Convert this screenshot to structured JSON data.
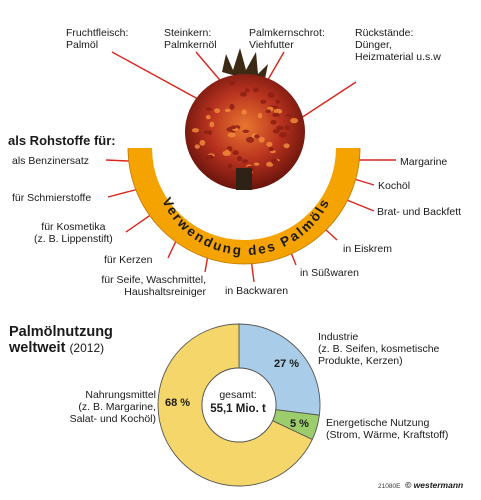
{
  "top_labels": [
    {
      "line1": "Fruchtfleisch:",
      "line2": "Palmöl"
    },
    {
      "line1": "Steinkern:",
      "line2": "Palmkernöl"
    },
    {
      "line1": "Palmkernschrot:",
      "line2": "Viehfutter"
    },
    {
      "line1": "Rückstände:",
      "line2": "Dünger,",
      "line3": "Heizmaterial u.s.w"
    }
  ],
  "rohstoffe_heading": "als Rohstoffe für:",
  "arc_text": "Verwendung des Palmöls",
  "left_labels": [
    {
      "line1": "als Benzinersatz"
    },
    {
      "line1": "für Schmierstoffe"
    },
    {
      "line1": "für Kosmetika",
      "line2": "(z. B. Lippenstift)"
    },
    {
      "line1": "für Kerzen"
    },
    {
      "line1": "für Seife, Waschmittel,",
      "line2": "Haushaltsreiniger"
    }
  ],
  "bottom_labels": [
    {
      "line1": "in Backwaren"
    },
    {
      "line1": "in Süßwaren"
    },
    {
      "line1": "in Eiskrem"
    }
  ],
  "right_labels": [
    {
      "line1": "Margarine"
    },
    {
      "line1": "Kochöl"
    },
    {
      "line1": "Brat- und Backfett"
    }
  ],
  "usage": {
    "title_line1": "Palmölnutzung",
    "title_line2": "weltweit",
    "year": "(2012)",
    "center_label": "gesamt:",
    "center_value": "55,1 Mio. t",
    "segments": [
      {
        "pct_label": "27 %",
        "line1": "Industrie",
        "line2": "(z. B. Seifen, kosmetische",
        "line3": "Produkte, Kerzen)",
        "color": "#a9cde9",
        "value": 27
      },
      {
        "pct_label": "5 %",
        "line1": "Energetische Nutzung",
        "line2": "(Strom, Wärme, Kraftstoff)",
        "color": "#9ccd6c",
        "value": 5
      },
      {
        "pct_label": "68 %",
        "line1": "Nahrungsmittel",
        "line2": "(z. B. Margarine,",
        "line3": "Salat- und Kochöl)",
        "color": "#f4d66a",
        "value": 68
      }
    ]
  },
  "colors": {
    "arc": "#f5a300",
    "spokes": "#d9261c",
    "fruit_dark": "#7a1a10",
    "fruit_red": "#b8321f",
    "fruit_orange": "#dd6b28",
    "donut_outline": "#555555"
  },
  "credit_code": "21080E",
  "brand": "© westermann"
}
